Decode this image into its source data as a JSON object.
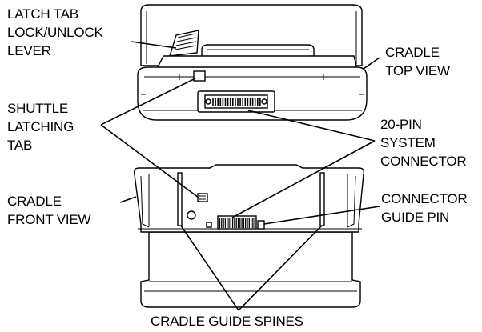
{
  "labels": {
    "latch_lever": [
      "LATCH TAB",
      "LOCK/UNLOCK",
      "LEVER"
    ],
    "cradle_top": [
      "CRADLE",
      "TOP VIEW"
    ],
    "shuttle_tab": [
      "SHUTTLE",
      "LATCHING",
      "TAB"
    ],
    "system_connector": [
      "20-PIN",
      "SYSTEM",
      "CONNECTOR"
    ],
    "cradle_front": [
      "CRADLE",
      "FRONT VIEW"
    ],
    "guide_pin": [
      "CONNECTOR",
      "GUIDE PIN"
    ],
    "guide_spines": "CRADLE GUIDE SPINES"
  },
  "colors": {
    "line": "#000000",
    "fill": "#ffffff"
  }
}
